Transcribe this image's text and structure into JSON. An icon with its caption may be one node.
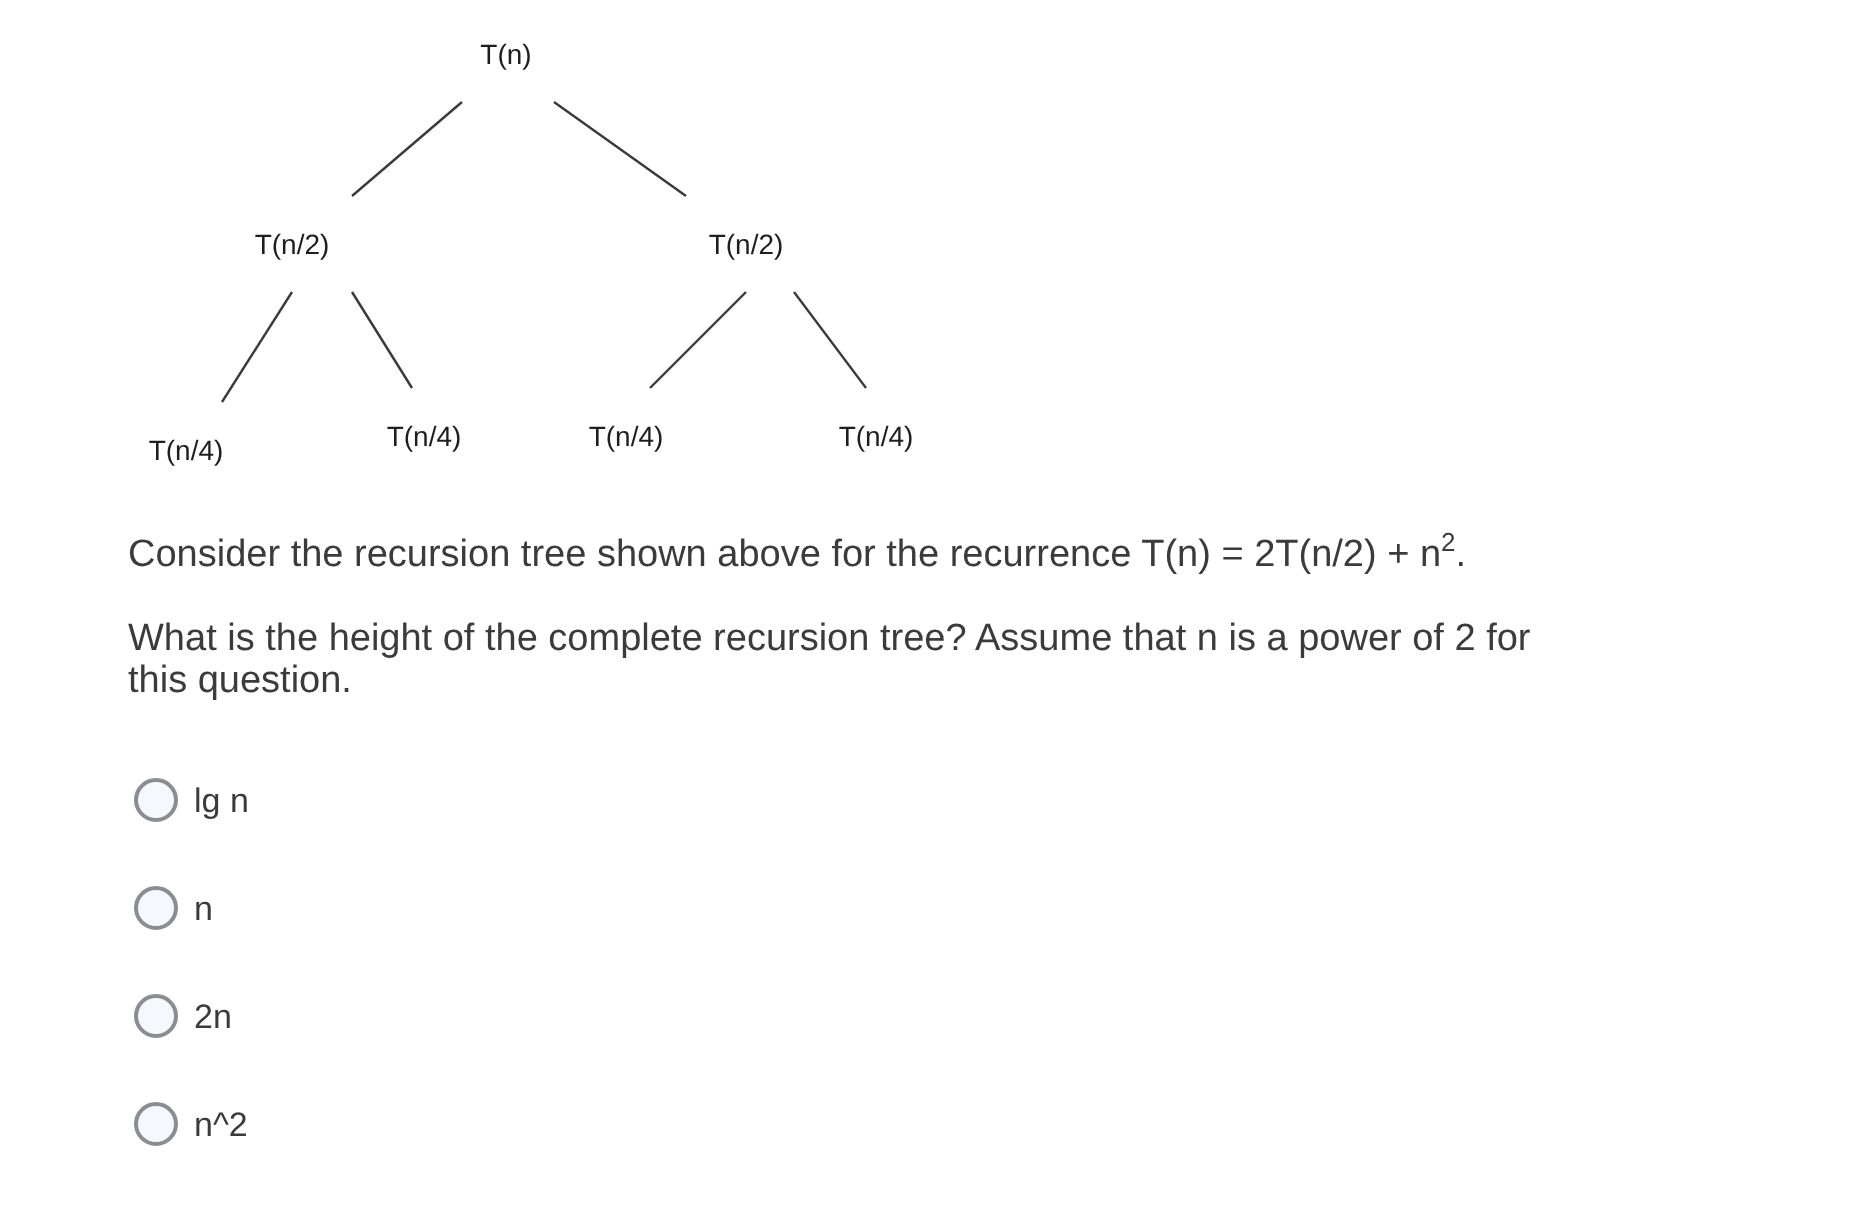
{
  "diagram": {
    "nodes": [
      {
        "text": [
          "T(n)"
        ]
      },
      {
        "text": [
          "T(n/2)"
        ]
      },
      {
        "text": [
          "T(n/2)"
        ]
      },
      {
        "text": [
          "T(n/4)"
        ]
      },
      {
        "text": [
          "T(n/4)"
        ]
      },
      {
        "text": [
          "T(n/4)"
        ]
      },
      {
        "text": [
          "T(n/4)"
        ]
      }
    ],
    "edges": [
      {
        "from": 0,
        "to": 1,
        "arrow": "none"
      },
      {
        "from": 0,
        "to": 2,
        "arrow": "none"
      },
      {
        "from": 1,
        "to": 3,
        "arrow": "none"
      },
      {
        "from": 1,
        "to": 4,
        "arrow": "none"
      },
      {
        "from": 2,
        "to": 5,
        "arrow": "none"
      },
      {
        "from": 2,
        "to": 6,
        "arrow": "none"
      }
    ],
    "labels": [
      "Consider the recursion tree shown above for the recurrence T(n) = 2T(n/2) + n$^{2}$.",
      "What is the height of the complete recursion tree? Assume that n is a power of 2 for this question.",
      "lg n",
      "n",
      "2n",
      "n^2"
    ]
  }
}
